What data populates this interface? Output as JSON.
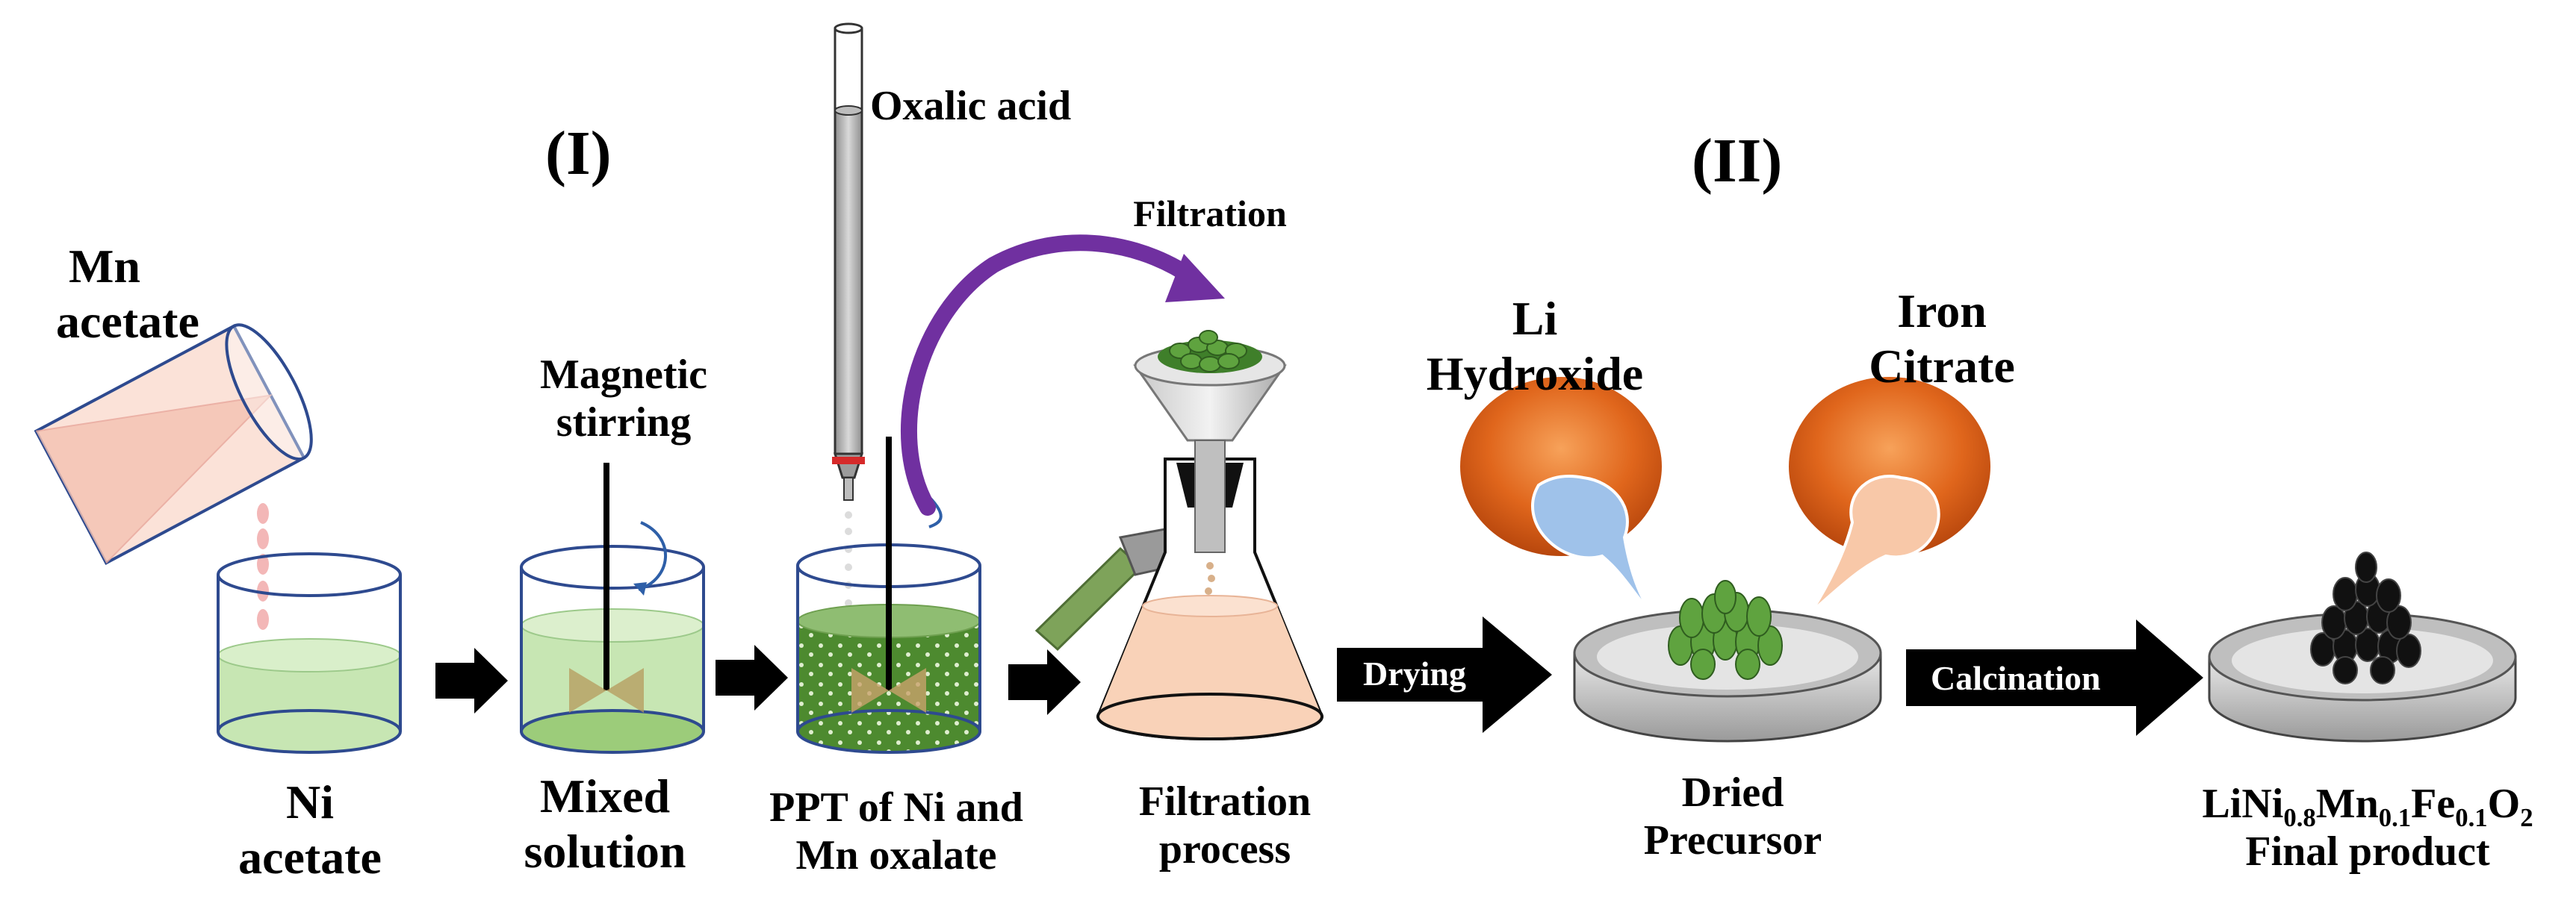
{
  "stage_label_1": "(I)",
  "stage_label_2": "(II)",
  "labels": {
    "mn_acetate": [
      "Mn",
      "acetate"
    ],
    "ni_acetate": [
      "Ni",
      "acetate"
    ],
    "magnetic_stirring": [
      "Magnetic",
      "stirring"
    ],
    "mixed_solution": [
      "Mixed",
      "solution"
    ],
    "oxalic_acid": "Oxalic acid",
    "ppt": [
      "PPT of Ni and",
      "Mn oxalate"
    ],
    "filtration": "Filtration",
    "filtration_process": [
      "Filtration",
      "process"
    ],
    "li_hydroxide": [
      "Li",
      "Hydroxide"
    ],
    "iron_citrate": [
      "Iron",
      "Citrate"
    ],
    "dried_precursor": [
      "Dried",
      "Precursor"
    ],
    "final_formula": {
      "parts": [
        {
          "text": "LiNi",
          "sub": "0.8"
        },
        {
          "text": "Mn",
          "sub": "0.1"
        },
        {
          "text": "Fe",
          "sub": "0.1"
        },
        {
          "text": "O",
          "sub": "2"
        }
      ]
    },
    "final_product": "Final product"
  },
  "arrows": {
    "drying": "Drying",
    "calcination": "Calcination"
  },
  "colors": {
    "beaker_outline": "#2e4a8f",
    "light_green_solution": "#b9e0a5",
    "dark_green_precipitate": "#4d8a2f",
    "pink_liquid": "#f7cdb9",
    "orange_blob": "#e0661c",
    "blue_drop": "#9fc2ea",
    "peach_drop": "#f8c8a8",
    "purple_arrow": "#7030a0",
    "dish_grey": "#bfbfbf",
    "process_arrow": "#000000"
  }
}
